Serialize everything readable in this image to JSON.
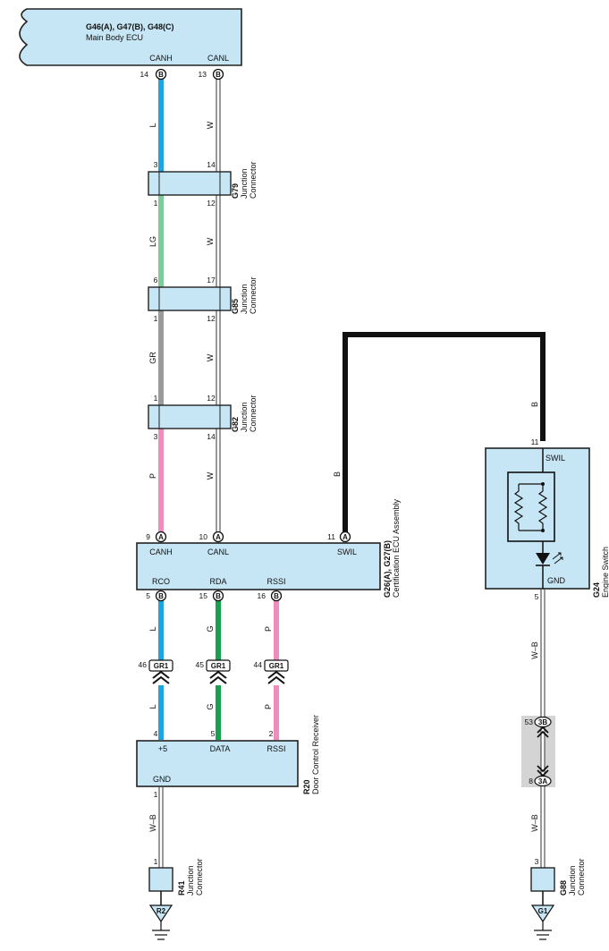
{
  "title": "",
  "colors": {
    "wire_L": "#1ea5e0",
    "wire_LG": "#7ccb98",
    "wire_GR": "#9a9a9a",
    "wire_P": "#ef8bbd",
    "wire_G": "#17a14f",
    "wire_B": "#111111",
    "connector_fill": "#c6e6f5",
    "splice_bg": "#d4d4d4"
  },
  "components": {
    "main_ecu": {
      "code": "G46(A), G47(B), G48(C)",
      "name": "Main Body ECU",
      "term_canh": "CANH",
      "term_canl": "CANL",
      "pin_canh": "14",
      "pin_canl": "13",
      "side_canh": "B",
      "side_canl": "B"
    },
    "g79": {
      "code": "G79",
      "desc1": "Junction",
      "desc2": "Connector",
      "pin_l_top": "3",
      "pin_r_top": "14",
      "pin_l_bot": "1",
      "pin_r_bot": "12"
    },
    "g85": {
      "code": "G85",
      "desc1": "Junction",
      "desc2": "Connector",
      "pin_l_top": "6",
      "pin_r_top": "17",
      "pin_l_bot": "1",
      "pin_r_bot": "12"
    },
    "g82": {
      "code": "G82",
      "desc1": "Junction",
      "desc2": "Connector",
      "pin_l_top": "1",
      "pin_r_top": "12",
      "pin_l_bot": "3",
      "pin_r_bot": "14"
    },
    "cert_ecu": {
      "code": "G26(A), G27(B)",
      "name": "Certification ECU Assembly",
      "term_canh": "CANH",
      "term_canl": "CANL",
      "term_swil": "SWIL",
      "pin_canh": "9",
      "pin_canl": "10",
      "pin_swil": "11",
      "side_canh": "A",
      "side_canl": "A",
      "side_swil": "A",
      "term_rco": "RCO",
      "term_rda": "RDA",
      "term_rssi": "RSSI",
      "pin_rco": "5",
      "pin_rda": "15",
      "pin_rssi": "16",
      "side_rco": "B",
      "side_rda": "B",
      "side_rssi": "B"
    },
    "gr1": {
      "label": "GR1",
      "pin_1": "46",
      "pin_2": "45",
      "pin_3": "44"
    },
    "door_receiver": {
      "code": "R20",
      "name": "Door Control Receiver",
      "term_p5": "+5",
      "term_data": "DATA",
      "term_rssi": "RSSI",
      "term_gnd": "GND",
      "pin_p5": "4",
      "pin_data": "5",
      "pin_rssi": "2",
      "pin_gnd": "1"
    },
    "r41": {
      "code": "R41",
      "desc1": "Junction",
      "desc2": "Connector",
      "pin": "1"
    },
    "ground_r2": {
      "label": "R2"
    },
    "engine_switch": {
      "code": "G24",
      "name": "Engine Switch",
      "term_swil": "SWIL",
      "term_gnd": "GND",
      "pin_swil": "11",
      "pin_gnd": "5"
    },
    "splice": {
      "top_pin": "53",
      "top_label": "3B",
      "bot_pin": "8",
      "bot_label": "3A"
    },
    "g88": {
      "code": "G88",
      "desc1": "Junction",
      "desc2": "Connector",
      "pin": "3"
    },
    "ground_g1": {
      "label": "G1"
    }
  },
  "wires": {
    "canh_seg1": "L",
    "canl_seg1": "W",
    "canh_seg2": "LG",
    "canl_seg2": "W",
    "canh_seg3": "GR",
    "canl_seg3": "W",
    "canh_seg4": "P",
    "canl_seg4": "W",
    "swil_left": "B",
    "swil_right": "B",
    "rco_top": "L",
    "rda_top": "G",
    "rssi_top": "P",
    "rco_bot": "L",
    "rda_bot": "G",
    "rssi_bot": "P",
    "r20_gnd": "W–B",
    "g24_gnd_top": "W–B",
    "g24_gnd_bot": "W–B"
  }
}
